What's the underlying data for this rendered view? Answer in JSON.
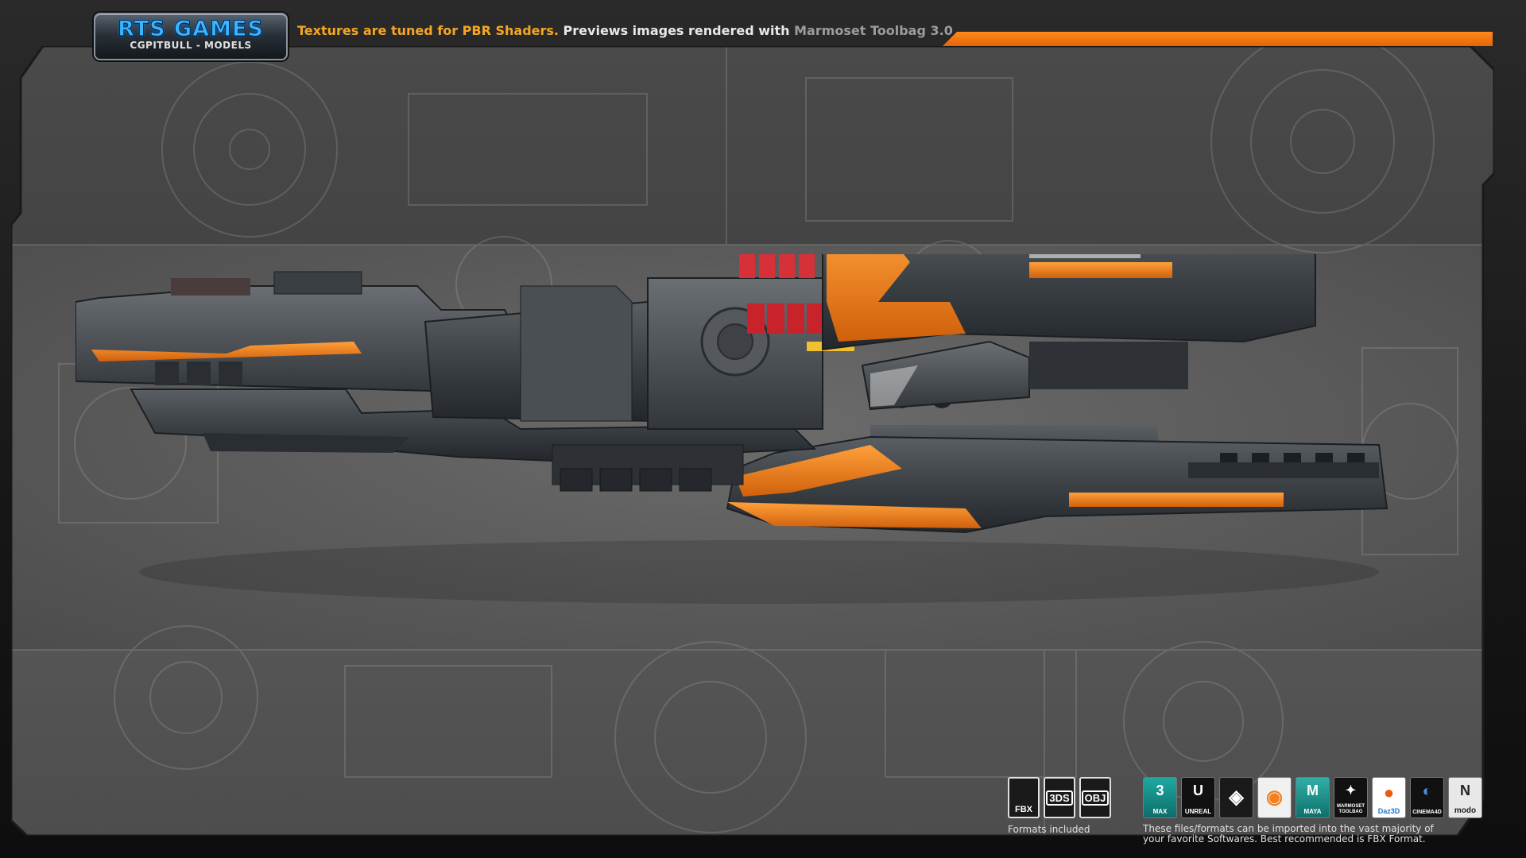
{
  "header": {
    "logo_title": "RTS GAMES",
    "logo_subtitle": "CGPITBULL - MODELS",
    "text_part1": "Textures are tuned for PBR Shaders.",
    "text_part2": " Previews images rendered with ",
    "text_part3": "Marmoset Toolbag 3.0"
  },
  "colors": {
    "accent_orange": "#f08020",
    "logo_blue": "#39b5ff",
    "panel_gray": "#5a5a5a",
    "hull_dark": "#3a3f44"
  },
  "formats": {
    "items": [
      {
        "label": "FBX",
        "icon": "fbx-file-icon"
      },
      {
        "label": "3DS",
        "icon": "3ds-file-icon"
      },
      {
        "label": "OBJ",
        "icon": "obj-file-icon"
      }
    ],
    "caption": "Formats included"
  },
  "softwares": {
    "items": [
      {
        "label": "MAX",
        "icon": "3ds-max-icon"
      },
      {
        "label": "UNREAL",
        "icon": "unreal-engine-icon"
      },
      {
        "label": "",
        "icon": "unity-icon"
      },
      {
        "label": "",
        "icon": "blender-icon"
      },
      {
        "label": "MAYA",
        "icon": "maya-icon"
      },
      {
        "label": "MARMOSET TOOLBAG",
        "icon": "marmoset-toolbag-icon"
      },
      {
        "label": "Daz3D",
        "icon": "daz3d-icon"
      },
      {
        "label": "CINEMA4D",
        "icon": "cinema4d-icon"
      },
      {
        "label": "modo",
        "icon": "modo-icon"
      }
    ],
    "caption_line1": "These files/formats can be imported into the vast majority of",
    "caption_line2": "your favorite Softwares. Best recommended is FBX Format."
  }
}
